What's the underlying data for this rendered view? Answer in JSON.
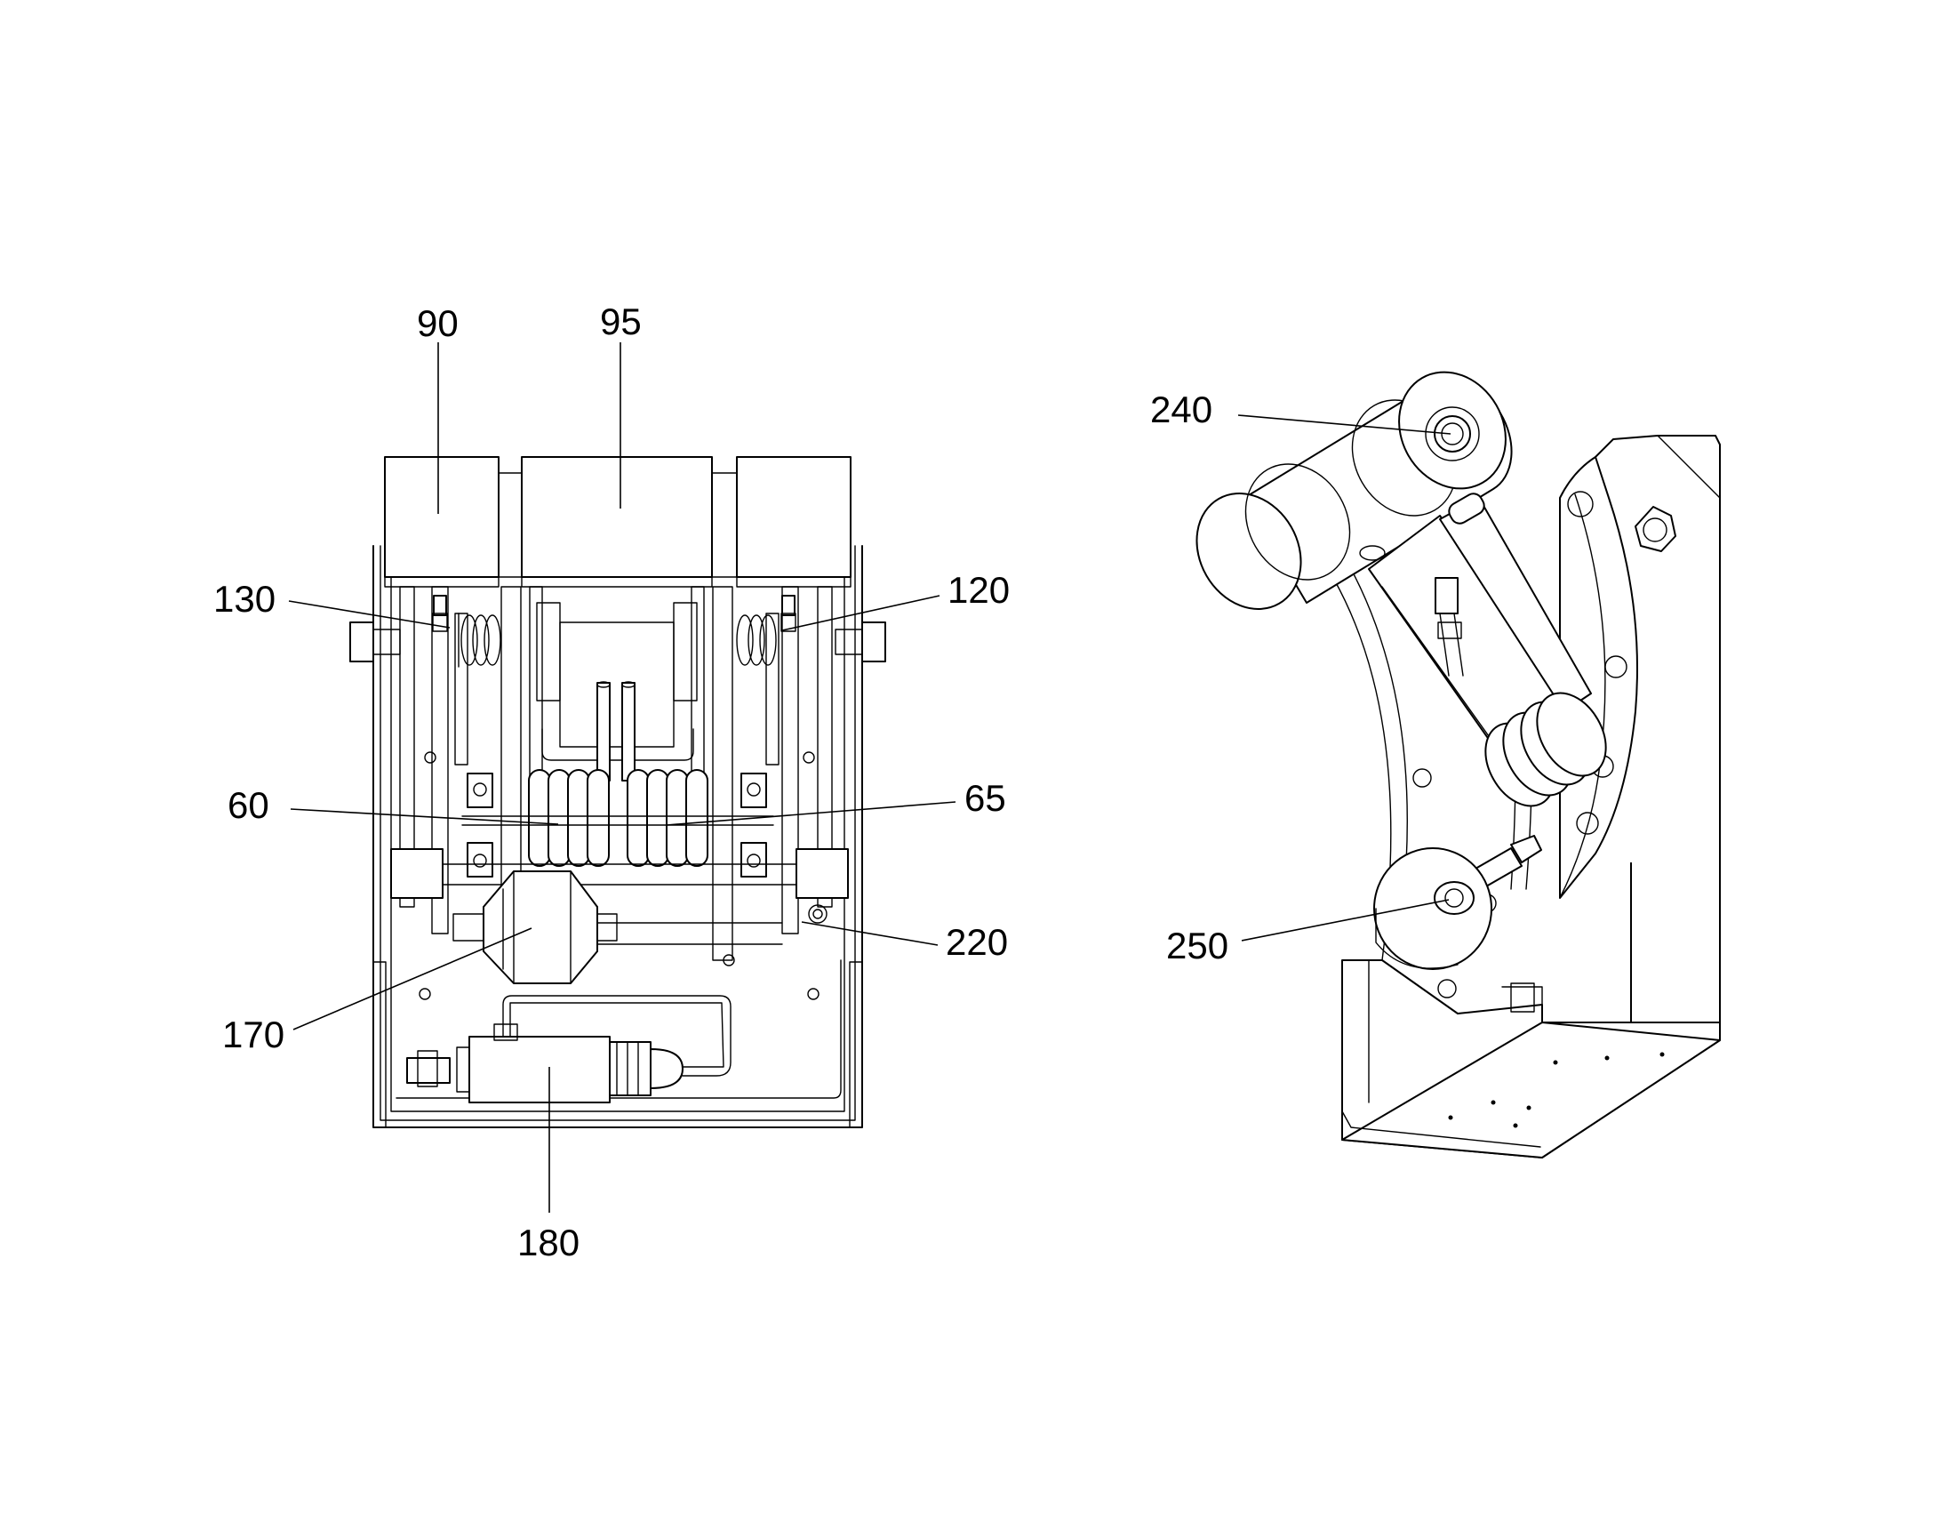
{
  "figure": {
    "left_view": {
      "labels": {
        "l90": "90",
        "l95": "95",
        "l130": "130",
        "l120": "120",
        "l60": "60",
        "l65": "65",
        "l220": "220",
        "l170": "170",
        "l180": "180"
      }
    },
    "right_view": {
      "labels": {
        "l240": "240",
        "l250": "250"
      }
    }
  },
  "colors": {
    "line": "#000000",
    "background": "#ffffff"
  }
}
